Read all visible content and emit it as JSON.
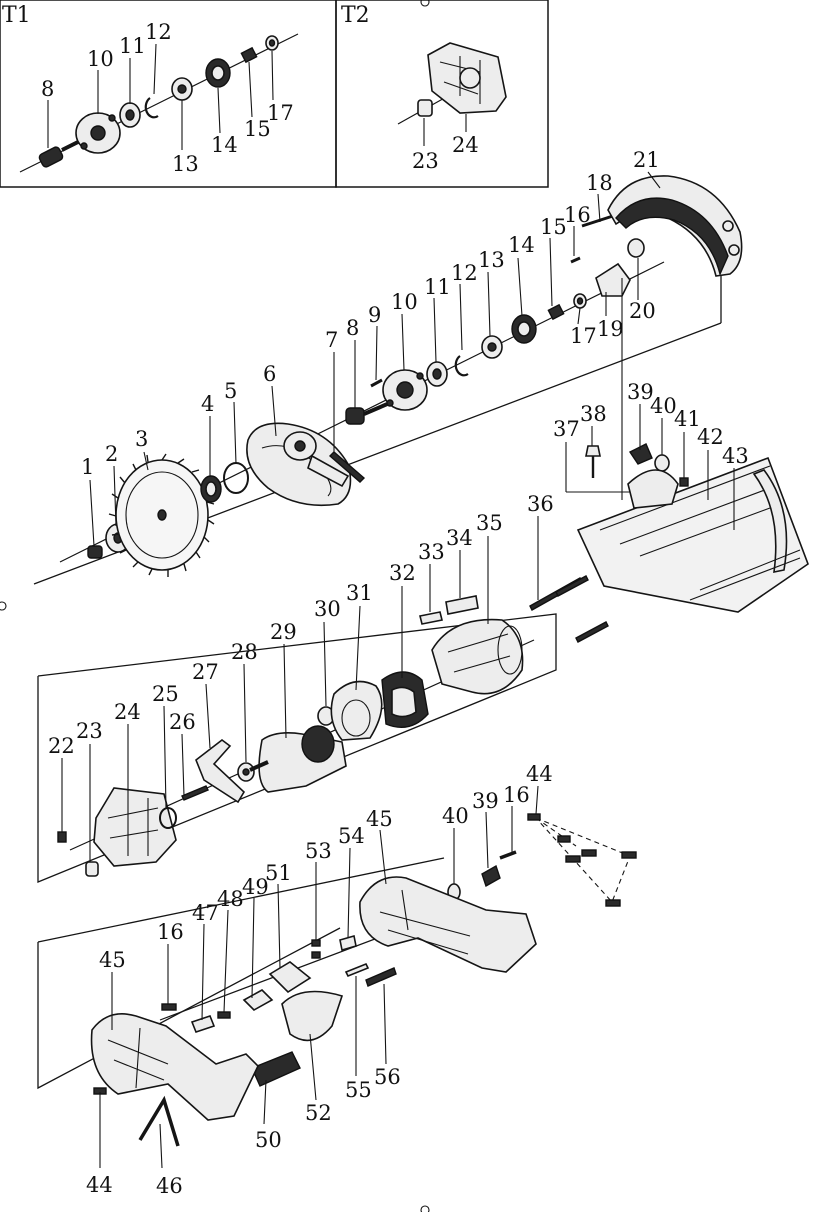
{
  "insets": [
    {
      "title": "T1"
    },
    {
      "title": "T2"
    }
  ],
  "callouts": {
    "t1": [
      "8",
      "10",
      "11",
      "12",
      "13",
      "14",
      "15",
      "17"
    ],
    "t2": [
      "23",
      "24"
    ],
    "blade_group": [
      "1",
      "2",
      "3",
      "4",
      "5",
      "6",
      "7",
      "8",
      "9",
      "10",
      "11",
      "12",
      "13",
      "14",
      "15",
      "16",
      "17",
      "18",
      "19",
      "20",
      "21"
    ],
    "base_group": [
      "36",
      "37",
      "38",
      "39",
      "40",
      "41",
      "42",
      "43"
    ],
    "motor_group": [
      "22",
      "23",
      "24",
      "25",
      "26",
      "27",
      "28",
      "29",
      "30",
      "31",
      "32",
      "33",
      "34",
      "35"
    ],
    "handle_group": [
      "16",
      "44",
      "45",
      "46",
      "47",
      "48",
      "49",
      "50",
      "51",
      "52",
      "53",
      "54",
      "55",
      "56",
      "40",
      "39",
      "16",
      "44",
      "45"
    ]
  }
}
